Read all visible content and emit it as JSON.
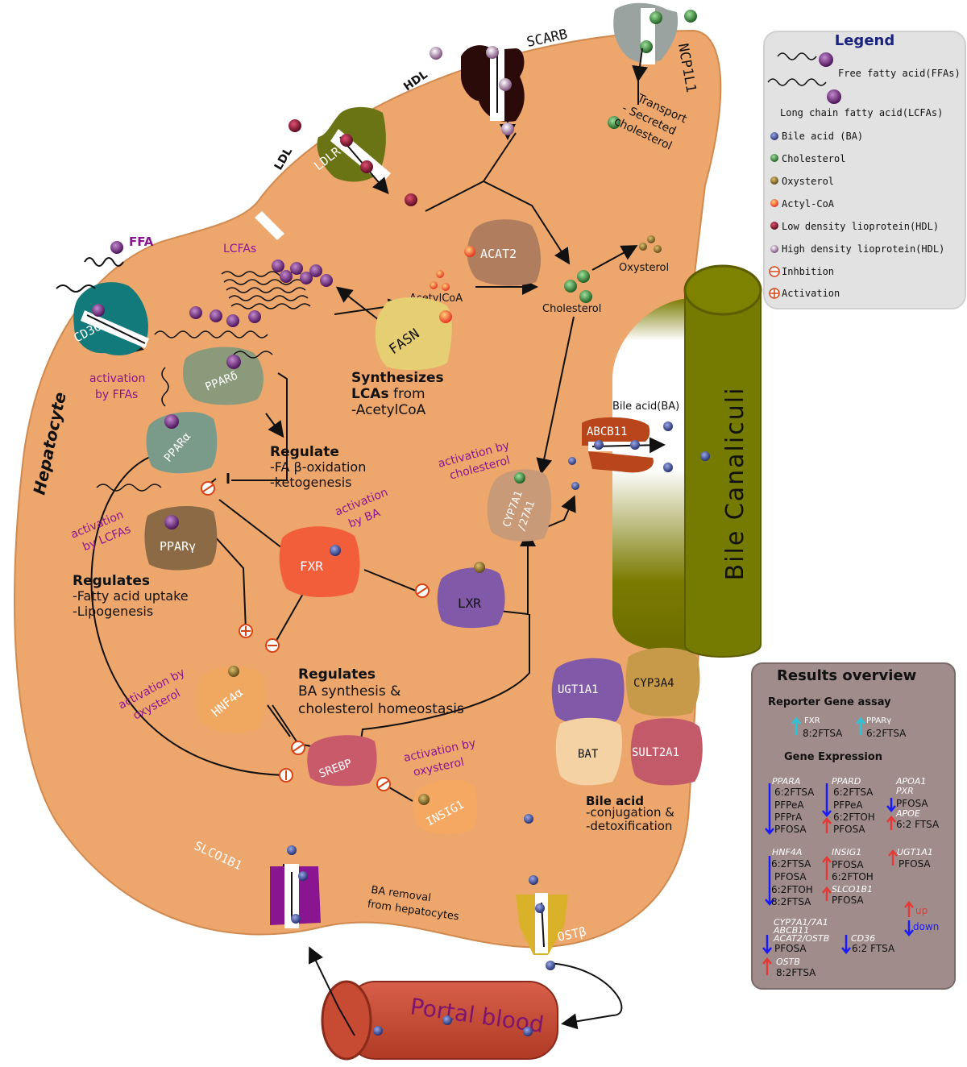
{
  "cell": {
    "hepatocyte": "Hepatocyte",
    "bile_canaliculi": "Bile Canaliculi",
    "portal_blood": "Portal blood",
    "bile_acid_ba": "Bile acid(BA)",
    "ba_removal": [
      "BA removal",
      "from hepatocytes"
    ]
  },
  "ligands": {
    "ffa": "FFA",
    "lcfas": "LCFAs",
    "ldl": "LDL",
    "hdl": "HDL",
    "acetylcoa": "AcetylCoA",
    "cholesterol": "Cholesterol",
    "oxysterol": "Oxysterol",
    "transport": [
      "Transport",
      "- Secreted",
      "cholesterol"
    ]
  },
  "proteins": {
    "cd36": "CD36",
    "ldlr": "LDLR",
    "scarb": "SCARB",
    "ncp1l1": "NCP1L1",
    "acat2": "ACAT2",
    "fasn": "FASN",
    "ppard": "PPARδ",
    "ppara": "PPARα",
    "pparg": "PPARγ",
    "fxr": "FXR",
    "lxr": "LXR",
    "hnf4a": "HNF4α",
    "srebp": "SREBP",
    "insig1": "INSIG1",
    "cyp7a1": [
      "CYP7A1",
      "/27A1"
    ],
    "abcb11": "ABCB11",
    "ugt1a1": "UGT1A1",
    "cyp3a4": "CYP3A4",
    "bat": "BAT",
    "sult2a1": "SULT2A1",
    "slco1b1": "SLCO1B1",
    "ostb": "OSTβ"
  },
  "annotations": {
    "activation_ffas": [
      "activation",
      "by FFAs"
    ],
    "activation_lcfas": [
      "activation",
      "by LCFAs"
    ],
    "activation_ba": [
      "activation",
      "by BA"
    ],
    "activation_cholesterol": [
      "activation by",
      "cholesterol"
    ],
    "activation_oxysterol_hnf": [
      "activation by",
      "oxysterol"
    ],
    "activation_oxysterol_insig": [
      "activation by",
      "oxysterol"
    ],
    "synth_title": [
      "Synthesizes",
      "LCAs"
    ],
    "synth_rest": [
      " from",
      "-AcetylCoA"
    ],
    "regulate_ppar_title": "Regulate",
    "regulate_ppar_items": [
      "-FA β-oxidation",
      "-ketogenesis"
    ],
    "regulates_pparg_title": "Regulates",
    "regulates_pparg_items": [
      "-Fatty acid uptake",
      "-Lipogenesis"
    ],
    "regulates_ba_title": "Regulates",
    "regulates_ba_items": [
      "BA synthesis &",
      "cholesterol homeostasis"
    ],
    "bile_acid_title": "Bile acid",
    "bile_acid_items": [
      "-conjugation &",
      "-detoxification"
    ]
  },
  "legend": {
    "title": "Legend",
    "items": [
      {
        "label": "Free fatty acid(FFAs)",
        "icon": "ffa-icon",
        "color": "#6a1e6e"
      },
      {
        "label": "Long chain fatty acid(LCFAs)",
        "icon": "lcfa-icon",
        "color": "#6a1e6e"
      },
      {
        "label": "Bile acid (BA)",
        "icon": "bile-acid-dot-icon",
        "color": "#3d4fa0"
      },
      {
        "label": "Cholesterol",
        "icon": "cholesterol-dot-icon",
        "color": "#4caf50"
      },
      {
        "label": "Oxysterol",
        "icon": "oxysterol-dot-icon",
        "color": "#9a7a2a"
      },
      {
        "label": "Actyl-CoA",
        "icon": "acetylcoa-dot-icon",
        "color": "#f44336"
      },
      {
        "label": "Low density lioprotein(HDL)",
        "icon": "ldl-dot-icon",
        "color": "#8b1030"
      },
      {
        "label": "High density lioprotein(HDL)",
        "icon": "hdl-dot-icon",
        "color": "#c8a0c8"
      },
      {
        "label": "Inhbition",
        "icon": "inhibition-icon",
        "color": "#d84315"
      },
      {
        "label": "Activation",
        "icon": "activation-icon",
        "color": "#d84315"
      }
    ]
  },
  "results": {
    "title": "Results overview",
    "reporter_title": "Reporter Gene assay",
    "reporter": [
      {
        "gene": "FXR",
        "compound": "8:2FTSA"
      },
      {
        "gene": "PPARγ",
        "compound": "6:2FTSA"
      }
    ],
    "gene_expression_title": "Gene Expression",
    "groups": [
      {
        "genes": [
          "PPARA"
        ],
        "entries": [
          "6:2FTSA",
          "PFPeA",
          "PFPrA",
          "PFOSA"
        ]
      },
      {
        "genes": [
          "PPARD"
        ],
        "entries": [
          "6:2FTSA",
          "PFPeA",
          "6:2FTOH",
          "PFOSA"
        ]
      },
      {
        "genes": [
          "APOA1",
          "PXR"
        ],
        "entries": [
          "PFOSA"
        ]
      },
      {
        "genes": [
          "APOE"
        ],
        "entries": [
          "6:2 FTSA"
        ]
      },
      {
        "genes": [
          "HNF4A"
        ],
        "entries": [
          "6:2FTSA",
          "PFOSA",
          "6:2FTOH",
          "8:2FTSA"
        ]
      },
      {
        "genes": [
          "INSIG1"
        ],
        "entries": [
          "PFOSA",
          "6:2FTOH"
        ]
      },
      {
        "genes": [
          "SLCO1B1"
        ],
        "entries": [
          "PFOSA"
        ]
      },
      {
        "genes": [
          "UGT1A1"
        ],
        "entries": [
          "PFOSA"
        ]
      },
      {
        "genes": [
          "CYP7A1/7A1",
          "ABCB11",
          "ACAT2/OSTB"
        ],
        "entries": [
          "PFOSA"
        ]
      },
      {
        "genes": [
          "CD36"
        ],
        "entries": [
          "6:2 FTSA"
        ]
      },
      {
        "genes": [
          "OSTB"
        ],
        "entries": [
          "8:2FTSA"
        ]
      }
    ],
    "key_up": "up",
    "key_down": "down",
    "colors": {
      "up": "#e53935",
      "down": "#1a1aff",
      "reporter": "#26c6da"
    }
  }
}
